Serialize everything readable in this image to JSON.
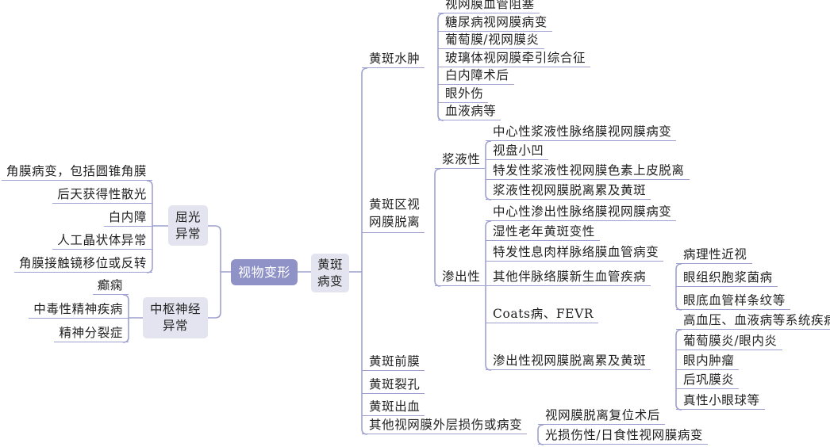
{
  "root": "视物变形",
  "left": {
    "refraction": {
      "label": "屈光\n异常",
      "items": [
        "角膜病变，包括圆锥角膜",
        "后天获得性散光",
        "白内障",
        "人工晶状体异常",
        "角膜接触镜移位或反转"
      ]
    },
    "central": {
      "label": "中枢神经\n异常",
      "items": [
        "癫痫",
        "中毒性精神疾病",
        "精神分裂症"
      ]
    }
  },
  "macular": {
    "label": "黄斑\n病变",
    "edema": {
      "label": "黄斑水肿",
      "items": [
        "视网膜血管阻塞",
        "糖尿病视网膜病变",
        "葡萄膜/视网膜炎",
        "玻璃体视网膜牵引综合征",
        "白内障术后",
        "眼外伤",
        "血液病等"
      ]
    },
    "detachment": {
      "label": "黄斑区视\n网膜脱离",
      "serous": {
        "label": "浆液性",
        "items": [
          "中心性浆液性脉络膜视网膜病变",
          "视盘小凹",
          "特发性浆液性视网膜色素上皮脱离",
          "浆液性视网膜脱离累及黄斑"
        ]
      },
      "exudative": {
        "label": "渗出性",
        "items": [
          "中心性渗出性脉络膜视网膜病变",
          "湿性老年黄斑变性",
          "特发性息肉样脉络膜血管病变",
          "其他伴脉络膜新生血管疾病",
          "Coats病、FEVR",
          "渗出性视网膜脱离累及黄斑"
        ],
        "cnv_items": [
          "病理性近视",
          "眼组织胞浆菌病",
          "眼底血管样条纹等"
        ],
        "erd_items": [
          "高血压、血液病等系统疾病",
          "葡萄膜炎/眼内炎",
          "眼内肿瘤",
          "后巩膜炎",
          "真性小眼球等"
        ]
      }
    },
    "erm": "黄斑前膜",
    "hole": "黄斑裂孔",
    "hemorrhage": "黄斑出血",
    "outer": {
      "label": "其他视网膜外层损伤或病变",
      "items": [
        "视网膜脱离复位术后",
        "光损伤性/日食性视网膜病变"
      ]
    }
  },
  "colors": {
    "line": "#9ea1cf",
    "root_bg": "#8f92c7",
    "box_bg": "#e4e4f0"
  }
}
